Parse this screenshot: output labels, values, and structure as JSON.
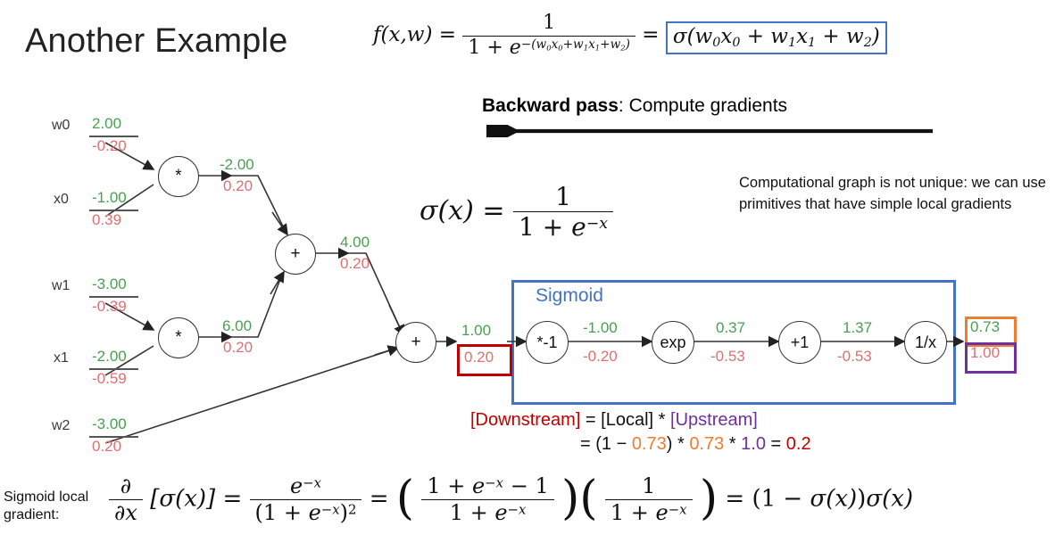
{
  "slide": {
    "title": "Another Example",
    "top_formula": {
      "lhs": "f(x,w)",
      "numerator": "1",
      "denominator_base": "1 + e",
      "denominator_exponent": "-(w0x0+w1x1+w2)",
      "boxed_rhs": "σ(w0x0 + w1x1 + w2)",
      "box_color": "#4472c4"
    },
    "backward_pass": {
      "label_bold": "Backward pass",
      "label_rest": ": Compute gradients",
      "arrow_direction": "left"
    },
    "sigma_definition": {
      "lhs": "σ(x)",
      "numerator": "1",
      "denominator": "1 + e^{-x}"
    },
    "note": "Computational graph is not unique: we can use primitives that have simple local gradients",
    "sigmoid_group": {
      "label": "Sigmoid",
      "border_color": "#4472c4"
    },
    "downstream_equation": {
      "line1": {
        "downstream": "[Downstream]",
        "eq": " = ",
        "local": "[Local]",
        "times": " * ",
        "upstream": "[Upstream]"
      },
      "line2": {
        "prefix": "= (1 − ",
        "sigma_val": "0.73",
        "mid": ") * ",
        "sigma_val2": "0.73",
        "times": " * ",
        "upstream_val": "1.0",
        "eq": " = ",
        "result": "0.2"
      }
    },
    "bottom": {
      "label_line1": "Sigmoid local",
      "label_line2": "gradient:",
      "formula_text": "∂/∂x [σ(x)] = e^{-x}/(1+e^{-x})² = ((1+e^{-x}-1)/(1+e^{-x}))(1/(1+e^{-x})) = (1-σ(x))σ(x)"
    }
  },
  "chart_data": {
    "type": "diagram",
    "title": "Sigmoid computational graph with forward values and backward gradients",
    "inputs": [
      {
        "name": "w0",
        "forward": "2.00",
        "backward": "-0.20"
      },
      {
        "name": "x0",
        "forward": "-1.00",
        "backward": "0.39"
      },
      {
        "name": "w1",
        "forward": "-3.00",
        "backward": "-0.39"
      },
      {
        "name": "x1",
        "forward": "-2.00",
        "backward": "-0.59"
      },
      {
        "name": "w2",
        "forward": "-3.00",
        "backward": "0.20"
      }
    ],
    "nodes": [
      {
        "id": "mul0",
        "op": "*"
      },
      {
        "id": "mul1",
        "op": "*"
      },
      {
        "id": "add0",
        "op": "+"
      },
      {
        "id": "add1",
        "op": "+"
      },
      {
        "id": "neg",
        "op": "*-1"
      },
      {
        "id": "exp",
        "op": "exp"
      },
      {
        "id": "plus1",
        "op": "+1"
      },
      {
        "id": "inv",
        "op": "1/x"
      }
    ],
    "edges": [
      {
        "from": "mul0",
        "forward": "-2.00",
        "backward": "0.20"
      },
      {
        "from": "mul1",
        "forward": "6.00",
        "backward": "0.20"
      },
      {
        "from": "add0",
        "forward": "4.00",
        "backward": "0.20"
      },
      {
        "from": "add1",
        "forward": "1.00",
        "backward": "0.20",
        "highlight": "red"
      },
      {
        "from": "neg",
        "forward": "-1.00",
        "backward": "-0.20"
      },
      {
        "from": "exp",
        "forward": "0.37",
        "backward": "-0.53"
      },
      {
        "from": "plus1",
        "forward": "1.37",
        "backward": "-0.53"
      },
      {
        "from": "inv",
        "forward": "0.73",
        "backward": "1.00",
        "highlight": "orange-purple"
      }
    ],
    "colors": {
      "forward": "#4a9f52",
      "backward": "#e07070",
      "red_box": "#c00000",
      "orange_box": "#ed7d31",
      "purple_box": "#7030a0",
      "blue_box": "#4472c4"
    }
  }
}
